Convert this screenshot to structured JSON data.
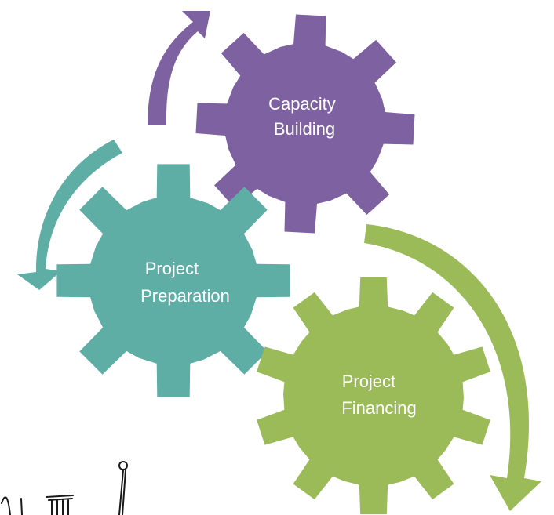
{
  "colors": {
    "capacity": "#7E61A1",
    "preparation": "#5FAEA6",
    "financing": "#9BBB59",
    "label": "#FFFFFF"
  },
  "gears": [
    {
      "id": "capacity",
      "line1": "Capacity",
      "line2": "Building"
    },
    {
      "id": "preparation",
      "line1": "Project",
      "line2": "Preparation"
    },
    {
      "id": "financing",
      "line1": "Project",
      "line2": "Financing"
    }
  ]
}
